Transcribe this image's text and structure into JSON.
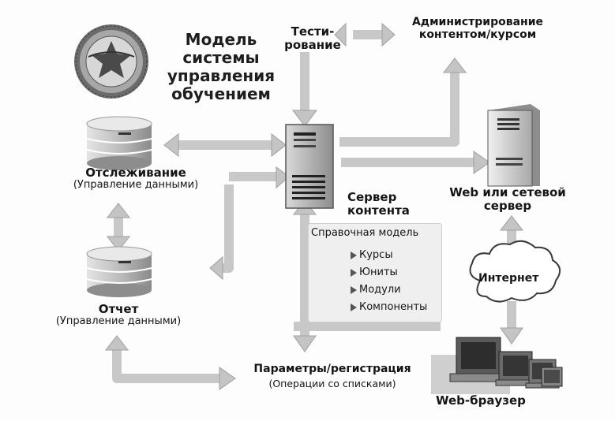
{
  "title_lines": [
    "Модель",
    "системы",
    "управления",
    "обучением"
  ],
  "testing": [
    "Тести-",
    "рование"
  ],
  "admin": [
    "Администрирование",
    "контентом/курсом"
  ],
  "tracking": {
    "label": "Отслеживание",
    "sub": "(Управление данными)"
  },
  "report": {
    "label": "Отчет",
    "sub": "(Управление данными)"
  },
  "content_server": {
    "label_lines": [
      "Сервер",
      "контента"
    ],
    "model": "Справочная модель",
    "items": [
      "Курсы",
      "Юниты",
      "Модули",
      "Компоненты"
    ]
  },
  "web_server": [
    "Web или сетевой",
    "сервер"
  ],
  "internet": "Интернет",
  "params": {
    "label": "Параметры/регистрация",
    "sub": "(Операции со списками)"
  },
  "browser": "Web-браузер",
  "colors": {
    "arrow": "#c4c4c4",
    "arrow_edge": "#9c9c9c",
    "ink": "#151515"
  }
}
